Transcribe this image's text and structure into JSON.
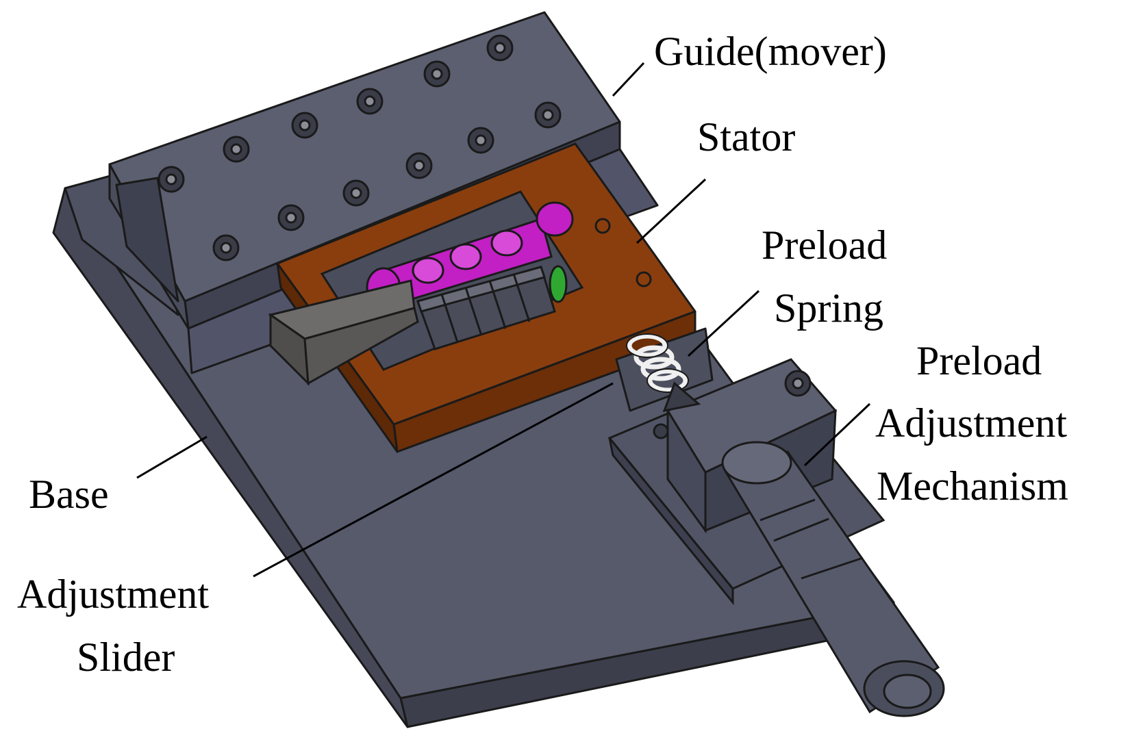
{
  "figure": {
    "labels": {
      "guide": "Guide(mover)",
      "stator": "Stator",
      "preload_spring_1": "Preload",
      "preload_spring_2": "Spring",
      "preload_adj_1": "Preload",
      "preload_adj_2": "Adjustment",
      "preload_adj_3": "Mechanism",
      "base": "Base",
      "adj_slider_1": "Adjustment",
      "adj_slider_2": "Slider"
    }
  },
  "colors": {
    "steel_top": "#5a5d6e",
    "steel_side": "#464858",
    "steel_dark": "#363846",
    "stator_top": "#8a3e0e",
    "stator_side": "#6c2f08",
    "actuator_magenta": "#c21fc4",
    "piezo_stack": "#4a4c5a",
    "spring_silver": "#c8c8c8",
    "ring_green": "#2fa832",
    "lever_gray": "#6e6c6a"
  }
}
